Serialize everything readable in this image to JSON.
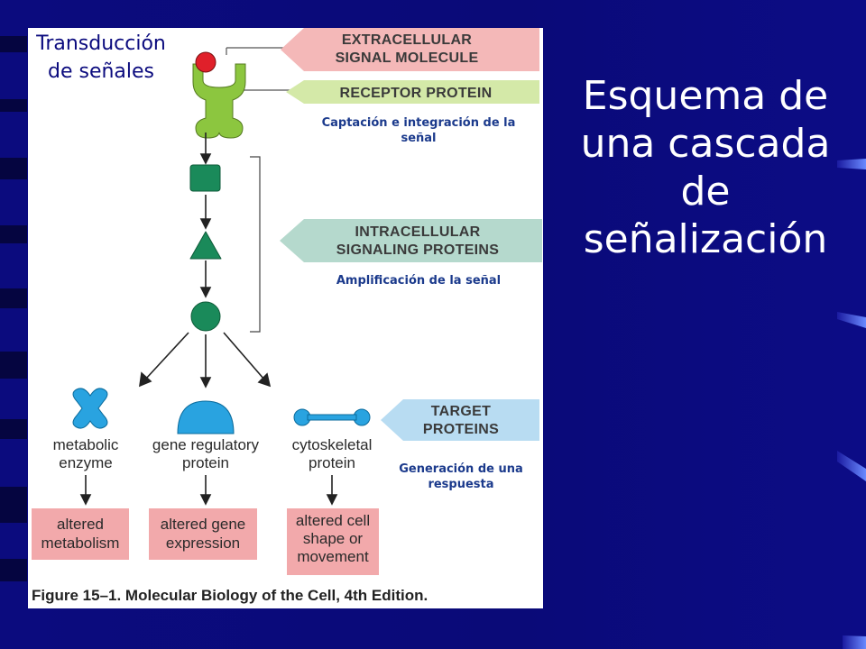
{
  "slide_title": "Esquema de una cascada de señalización",
  "corner_label": "Transducción de señales",
  "banners": {
    "extracellular": [
      "EXTRACELLULAR",
      "SIGNAL MOLECULE"
    ],
    "receptor": [
      "RECEPTOR PROTEIN"
    ],
    "intracellular": [
      "INTRACELLULAR",
      "SIGNALING PROTEINS"
    ],
    "target": [
      "TARGET",
      "PROTEINS"
    ]
  },
  "notes": {
    "captacion": "Captación e integración de la señal",
    "amplificacion": "Amplificación de la señal",
    "generacion": "Generación de una respuesta"
  },
  "targets": [
    {
      "label": [
        "metabolic",
        "enzyme"
      ],
      "result": [
        "altered",
        "metabolism"
      ]
    },
    {
      "label": [
        "gene regulatory",
        "protein"
      ],
      "result": [
        "altered gene",
        "expression"
      ]
    },
    {
      "label": [
        "cytoskeletal",
        "protein"
      ],
      "result": [
        "altered cell",
        "shape or",
        "movement"
      ]
    }
  ],
  "caption": "Figure 15–1. Molecular Biology of the Cell, 4th Edition.",
  "colors": {
    "background": "#0a0a7a",
    "signal": "#e0202a",
    "receptor": "#8cc63f",
    "intracellular": "#1a8a5a",
    "target": "#29a3e0",
    "banner_pink": "#f4b8b8",
    "banner_green": "#d4e9a8",
    "banner_teal": "#b5d9cd",
    "banner_blue": "#b8dcf2",
    "result_box": "#f2a9ab"
  }
}
